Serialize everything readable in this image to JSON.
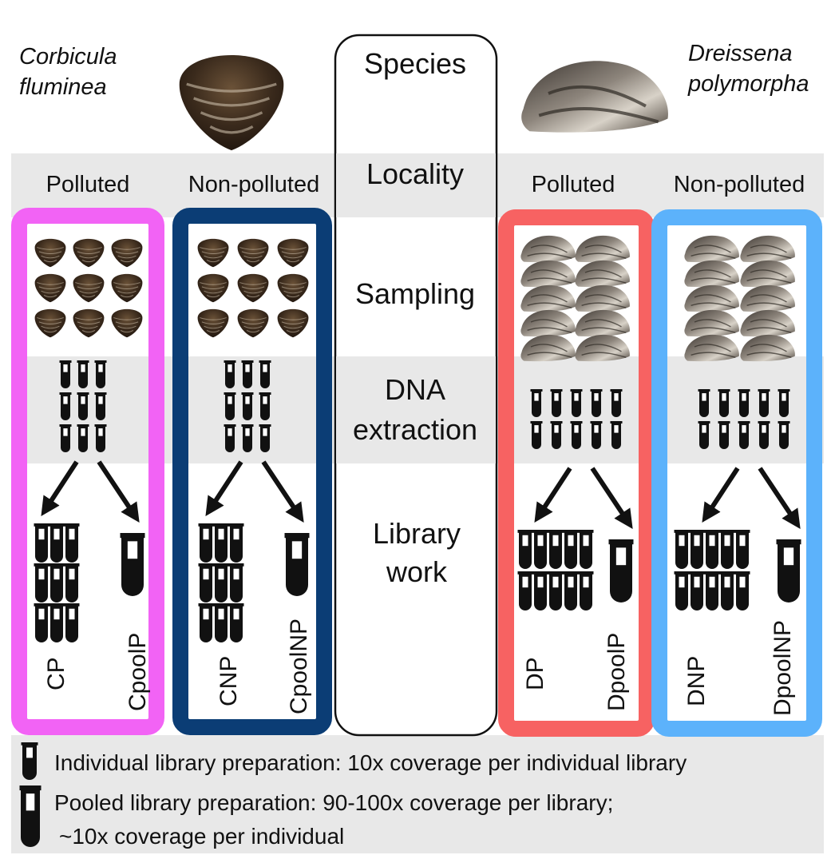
{
  "species": {
    "left": {
      "line1": "Corbicula",
      "line2": "fluminea"
    },
    "right": {
      "line1": "Dreissena",
      "line2": "polymorpha"
    }
  },
  "center": {
    "species": "Species",
    "locality": "Locality",
    "sampling": "Sampling",
    "dna_line1": "DNA",
    "dna_line2": "extraction",
    "library_line1": "Library",
    "library_line2": "work"
  },
  "columns": [
    {
      "locality": "Polluted",
      "color": "#f263f5",
      "individual_label": "CP",
      "pool_label": "CpoolP",
      "sample_icon": "clam-shell-icon",
      "sample_count": 9,
      "library_count": 9
    },
    {
      "locality": "Non-polluted",
      "color": "#0b3d75",
      "individual_label": "CNP",
      "pool_label": "CpoolNP",
      "sample_icon": "clam-shell-icon",
      "sample_count": 9,
      "library_count": 9
    },
    {
      "locality": "Polluted",
      "color": "#f76262",
      "individual_label": "DP",
      "pool_label": "DpoolP",
      "sample_icon": "mussel-shell-icon",
      "sample_count": 10,
      "library_count": 10
    },
    {
      "locality": "Non-polluted",
      "color": "#5cb2fb",
      "individual_label": "DNP",
      "pool_label": "DpoolNP",
      "sample_icon": "mussel-shell-icon",
      "sample_count": 10,
      "library_count": 10
    }
  ],
  "legend": {
    "individual": "Individual library preparation: 10x coverage per individual library",
    "pooled_line1": "Pooled library preparation: 90-100x coverage per library;",
    "pooled_line2": "~10x coverage per individual"
  },
  "colors": {
    "band": "#e8e8e8",
    "ink": "#111111"
  }
}
